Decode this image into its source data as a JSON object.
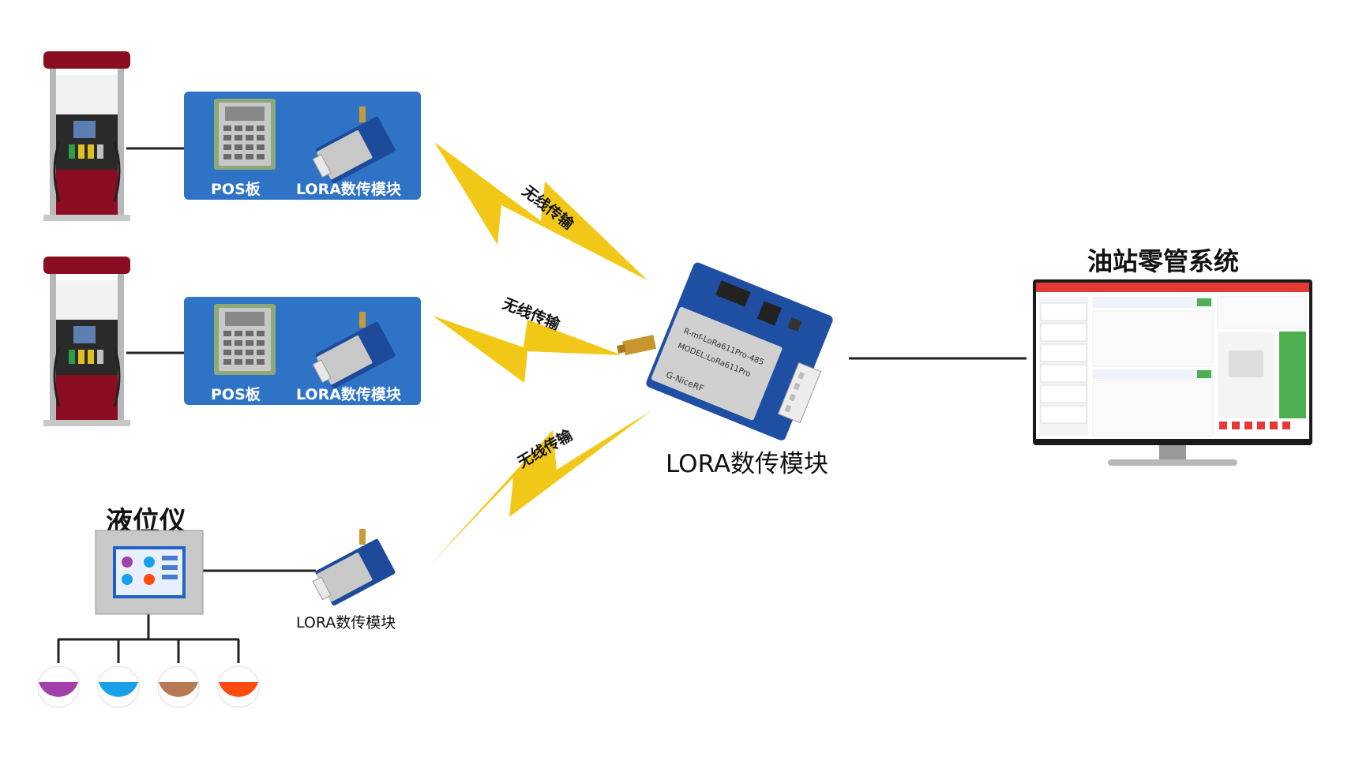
{
  "nodes": {
    "pos_board_label": "POS板",
    "lora_module_label": "LORA数传模块",
    "central_module_label": "LORA数传模块",
    "level_gauge_label": "液位仪",
    "level_gauge_module_label": "LORA数传模块",
    "system_label": "油站零管系统"
  },
  "links": {
    "wireless_1": "无线传输",
    "wireless_2": "无线传输",
    "wireless_3": "无线传输"
  },
  "central_module": {
    "brand": "G-NiceRF",
    "model": "MODEL:LoRa611Pro",
    "model2": "R-mf-LoRa611Pro-485"
  },
  "tanks": {
    "colors": [
      "#a040a8",
      "#1aa0e8",
      "#b87a55",
      "#ff4a10"
    ]
  },
  "colors": {
    "box_blue": "#2f73c6",
    "lightning": "#f2c818",
    "pump_red": "#8a0d22"
  }
}
